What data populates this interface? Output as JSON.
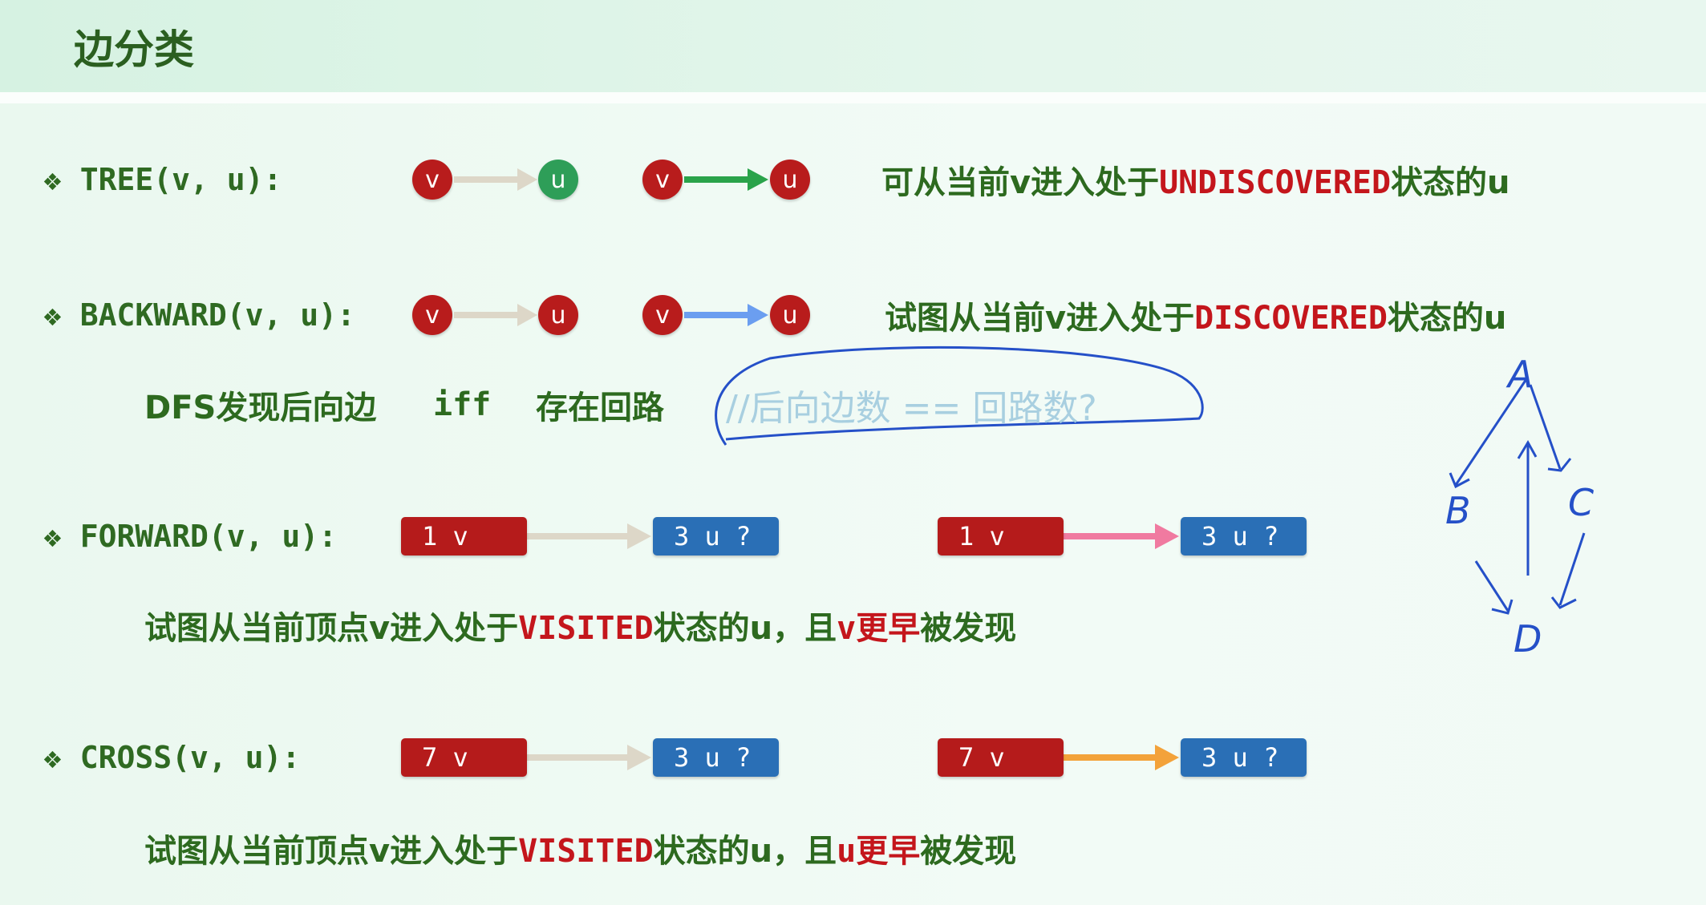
{
  "title": "边分类",
  "rows": {
    "tree": {
      "label": "❖ TREE(v, u):",
      "desc_pre": "可从当前v进入处于",
      "desc_state": "UNDISCOVERED",
      "desc_post": "状态的u",
      "v": "v",
      "u": "u"
    },
    "backward": {
      "label": "❖ BACKWARD(v, u):",
      "desc_pre": "试图从当前v进入处于",
      "desc_state": "DISCOVERED",
      "desc_post": "状态的u",
      "v": "v",
      "u": "u",
      "note_a": "DFS发现后向边",
      "note_iff": "iff",
      "note_b": "存在回路",
      "annotation": "//后向边数 == 回路数?"
    },
    "forward": {
      "label": "❖ FORWARD(v, u):",
      "v_box": "1 v",
      "u_box": "3 u ?",
      "desc_pre": "试图从当前顶点v进入处于",
      "desc_state": "VISITED",
      "desc_mid": "状态的u，且",
      "desc_who": "v",
      "desc_early": "更早",
      "desc_post": "被发现"
    },
    "cross": {
      "label": "❖ CROSS(v, u):",
      "v_box": "7 v",
      "u_box": "3 u ?",
      "desc_pre": "试图从当前顶点v进入处于",
      "desc_state": "VISITED",
      "desc_mid": "状态的u，且",
      "desc_who": "u",
      "desc_early": "更早",
      "desc_post": "被发现"
    }
  },
  "sketch": {
    "a": "A",
    "b": "B",
    "c": "C",
    "d": "D"
  },
  "colors": {
    "tree": "#2aa34a",
    "backward": "#6b9ef0",
    "forward": "#f07aa0",
    "cross": "#f3a23a",
    "gray": "#ddd7c8"
  }
}
